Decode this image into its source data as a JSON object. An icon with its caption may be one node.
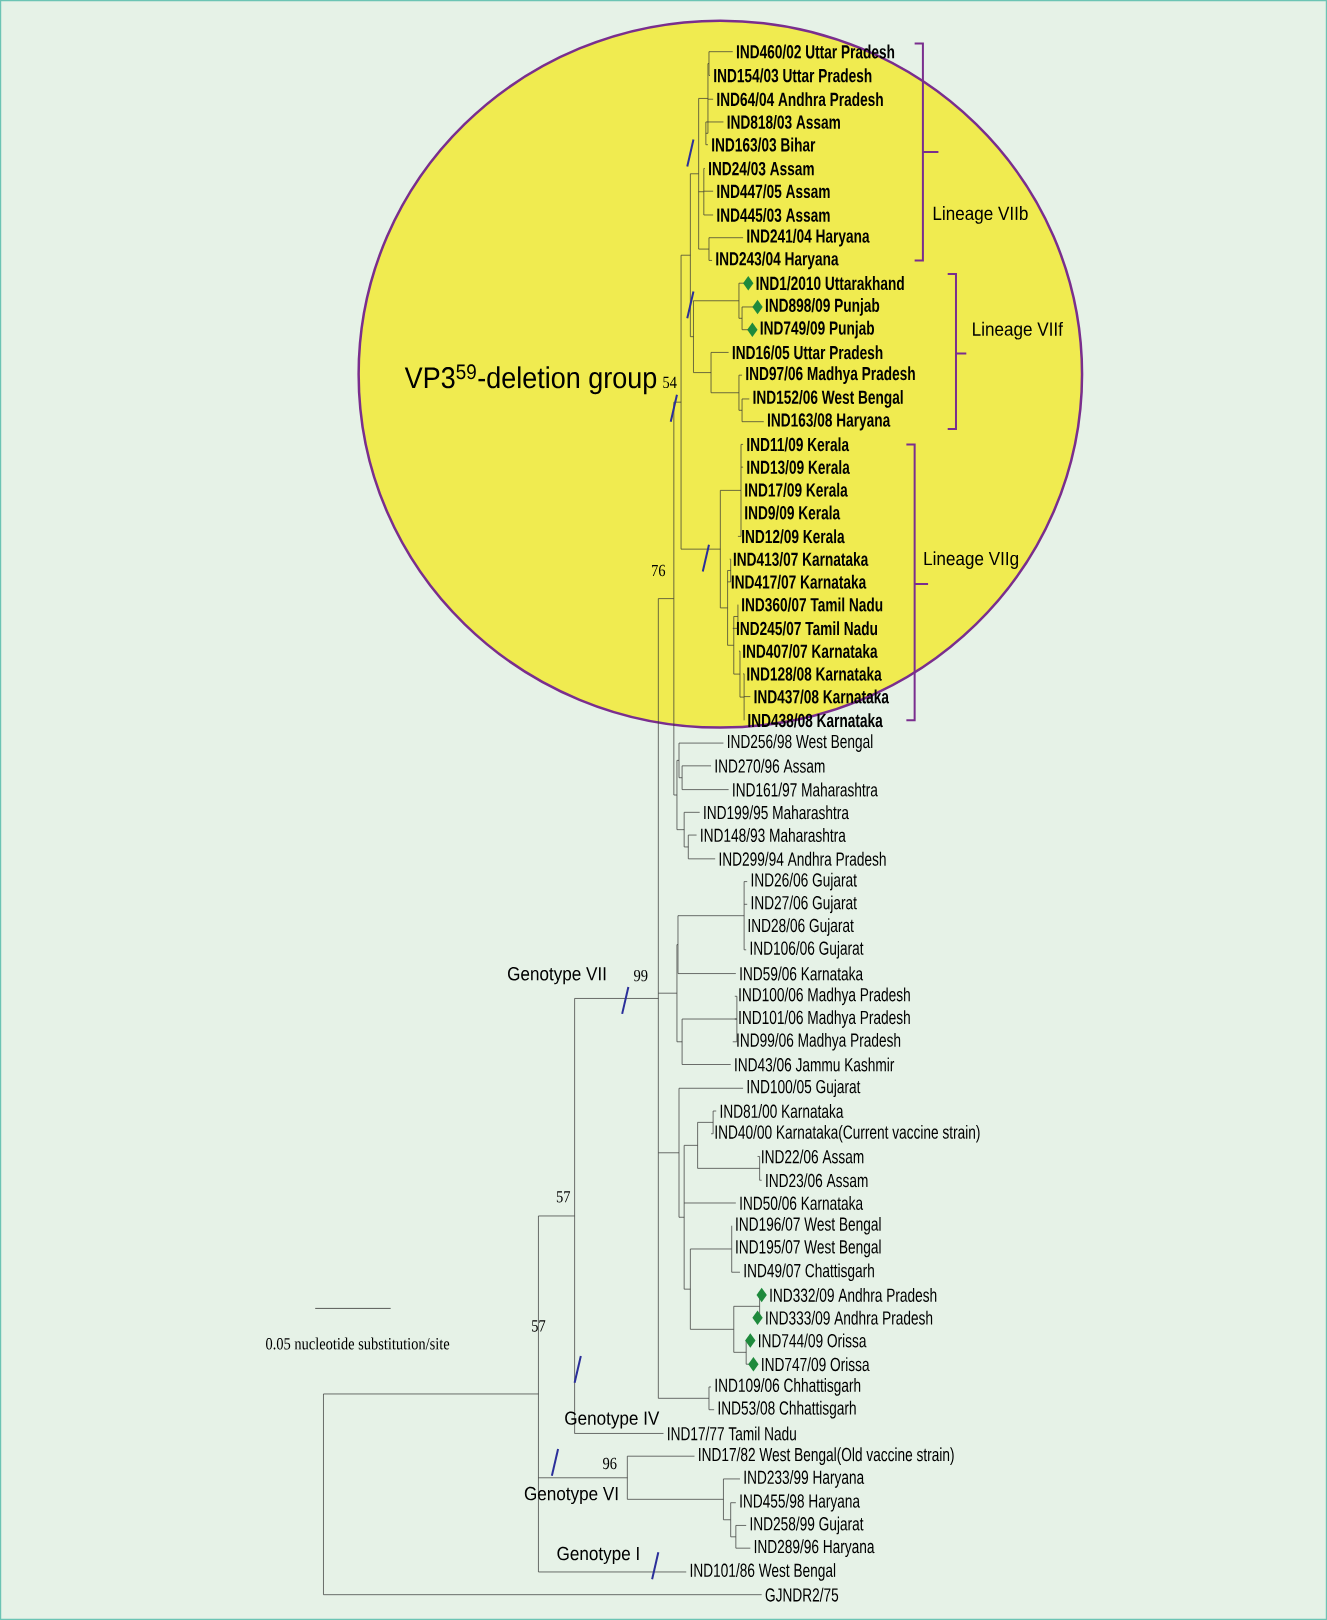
{
  "diagram": {
    "nodes": [
      {
        "text": [
          "VP3$^{59}$-deletion group"
        ]
      }
    ],
    "labels": [
      "IND460/02 Uttar Pradesh",
      "IND154/03 Uttar Pradesh",
      "IND64/04 Andhra Pradesh",
      "IND818/03 Assam",
      "IND163/03 Bihar",
      "IND24/03 Assam",
      "IND447/05 Assam",
      "IND445/03 Assam",
      "IND241/04 Haryana",
      "IND243/04 Haryana",
      "IND1/2010 Uttarakhand",
      "IND898/09 Punjab",
      "IND749/09 Punjab",
      "IND16/05 Uttar Pradesh",
      "IND97/06 Madhya Pradesh",
      "IND152/06 West Bengal",
      "IND163/08 Haryana",
      "IND11/09 Kerala",
      "IND13/09 Kerala",
      "IND17/09 Kerala",
      "IND9/09 Kerala",
      "IND12/09 Kerala",
      "IND413/07 Karnataka",
      "IND417/07 Karnataka",
      "IND360/07 Tamil Nadu",
      "IND245/07 Tamil Nadu",
      "IND407/07 Karnataka",
      "IND128/08 Karnataka",
      "IND437/08 Karnataka",
      "IND438/08 Karnataka",
      "IND256/98 West Bengal",
      "IND270/96 Assam",
      "IND161/97 Maharashtra",
      "IND199/95 Maharashtra",
      "IND148/93 Maharashtra",
      "IND299/94 Andhra Pradesh",
      "IND26/06 Gujarat",
      "IND27/06 Gujarat",
      "IND28/06 Gujarat",
      "IND106/06 Gujarat",
      "IND59/06 Karnataka",
      "IND100/06 Madhya Pradesh",
      "IND101/06 Madhya Pradesh",
      "IND99/06 Madhya Pradesh",
      "IND43/06 Jammu Kashmir",
      "IND100/05 Gujarat",
      "IND81/00 Karnataka",
      "IND40/00 Karnataka(Current vaccine strain)",
      "IND22/06 Assam",
      "IND23/06 Assam",
      "IND50/06 Karnataka",
      "IND196/07 West Bengal",
      "IND195/07 West Bengal",
      "IND49/07 Chattisgarh",
      "IND332/09 Andhra Pradesh",
      "IND333/09 Andhra Pradesh",
      "IND744/09 Orissa",
      "IND747/09 Orissa",
      "IND109/06 Chhattisgarh",
      "IND53/08 Chhattisgarh",
      "IND17/77 Tamil Nadu",
      "IND17/82 West Bengal(Old vaccine strain)",
      "IND233/99 Haryana",
      "IND455/98 Haryana",
      "IND258/99 Gujarat",
      "IND289/96 Haryana",
      "IND101/86 West Bengal",
      "GJNDR2/75",
      "Lineage VIIb",
      "Lineage VIIf",
      "Lineage VIIg",
      "54",
      "76",
      "Genotype VII",
      "99",
      "57",
      "0.05 nucleotide substitution/site",
      "57",
      "Genotype IV",
      "96",
      "Genotype VI",
      "Genotype I"
    ]
  }
}
